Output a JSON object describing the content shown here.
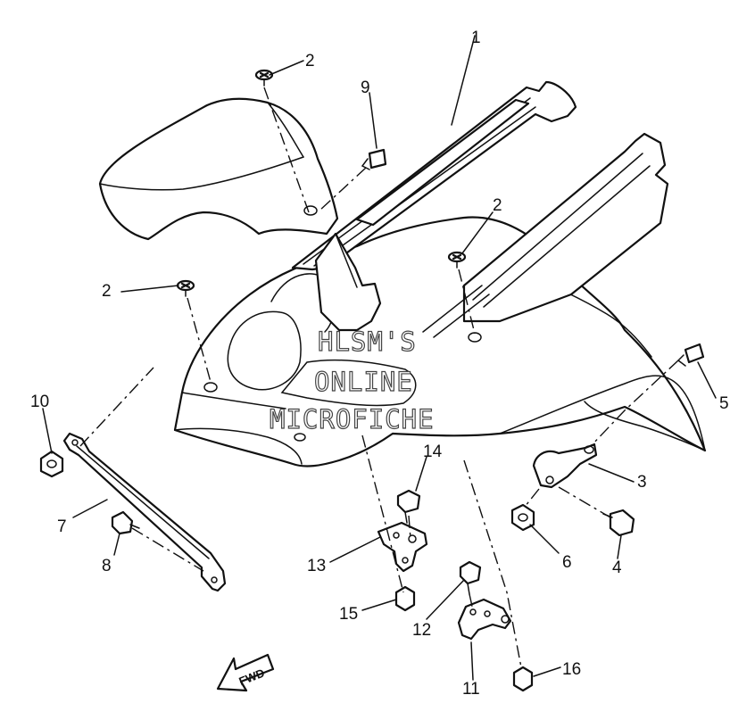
{
  "watermark": {
    "line1": "HLSM'S",
    "line2": "ONLINE",
    "line3": "MICROFICHE"
  },
  "direction_label": "FWD",
  "callouts": [
    {
      "id": "c1",
      "text": "1"
    },
    {
      "id": "c2a",
      "text": "2"
    },
    {
      "id": "c2b",
      "text": "2"
    },
    {
      "id": "c2c",
      "text": "2"
    },
    {
      "id": "c3",
      "text": "3"
    },
    {
      "id": "c4",
      "text": "4"
    },
    {
      "id": "c5",
      "text": "5"
    },
    {
      "id": "c6",
      "text": "6"
    },
    {
      "id": "c7",
      "text": "7"
    },
    {
      "id": "c8",
      "text": "8"
    },
    {
      "id": "c9",
      "text": "9"
    },
    {
      "id": "c10",
      "text": "10"
    },
    {
      "id": "c11",
      "text": "11"
    },
    {
      "id": "c12",
      "text": "12"
    },
    {
      "id": "c13",
      "text": "13"
    },
    {
      "id": "c14",
      "text": "14"
    },
    {
      "id": "c15",
      "text": "15"
    },
    {
      "id": "c16",
      "text": "16"
    }
  ]
}
